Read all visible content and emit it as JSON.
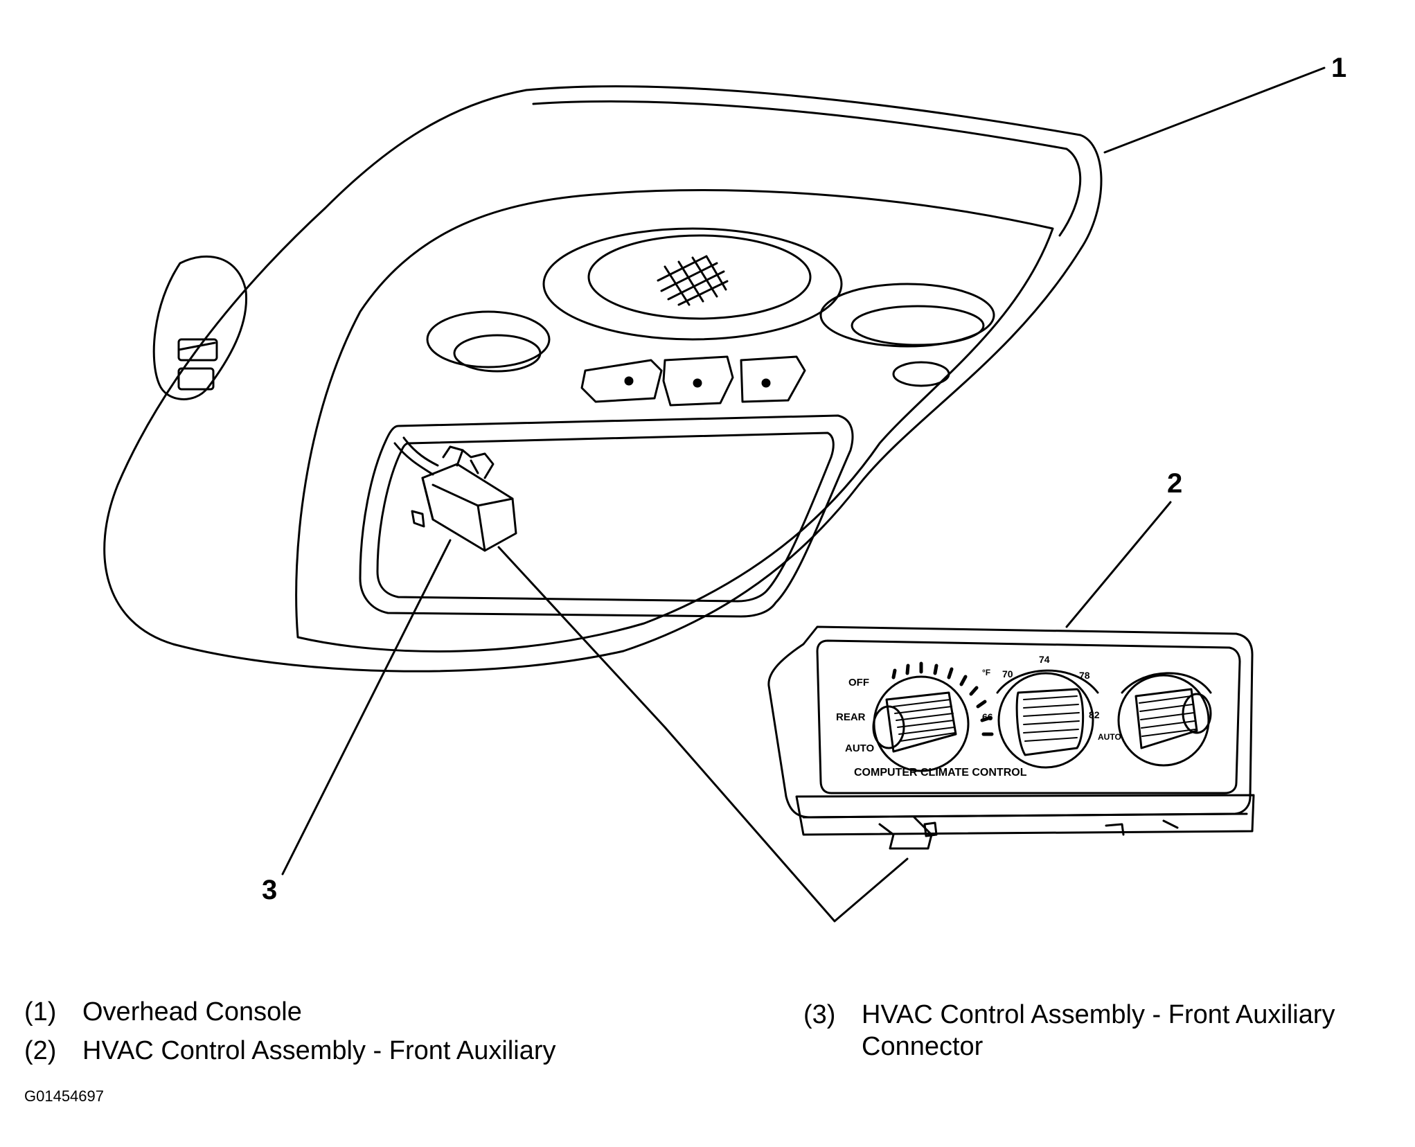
{
  "callouts": [
    "1",
    "2",
    "3"
  ],
  "legend": [
    {
      "num": "(1)",
      "text": "Overhead Console"
    },
    {
      "num": "(2)",
      "text": "HVAC Control Assembly - Front Auxiliary"
    },
    {
      "num": "(3)",
      "text": "HVAC Control Assembly - Front Auxiliary Connector"
    }
  ],
  "figure_id": "G01454697",
  "panel": {
    "title": "COMPUTER CLIMATE CONTROL",
    "mode_labels": [
      "OFF",
      "REAR",
      "AUTO"
    ],
    "temp_labels": [
      "70",
      "74",
      "78",
      "82",
      "66"
    ],
    "temp_unit": "°F",
    "auto_label": "AUTO"
  }
}
